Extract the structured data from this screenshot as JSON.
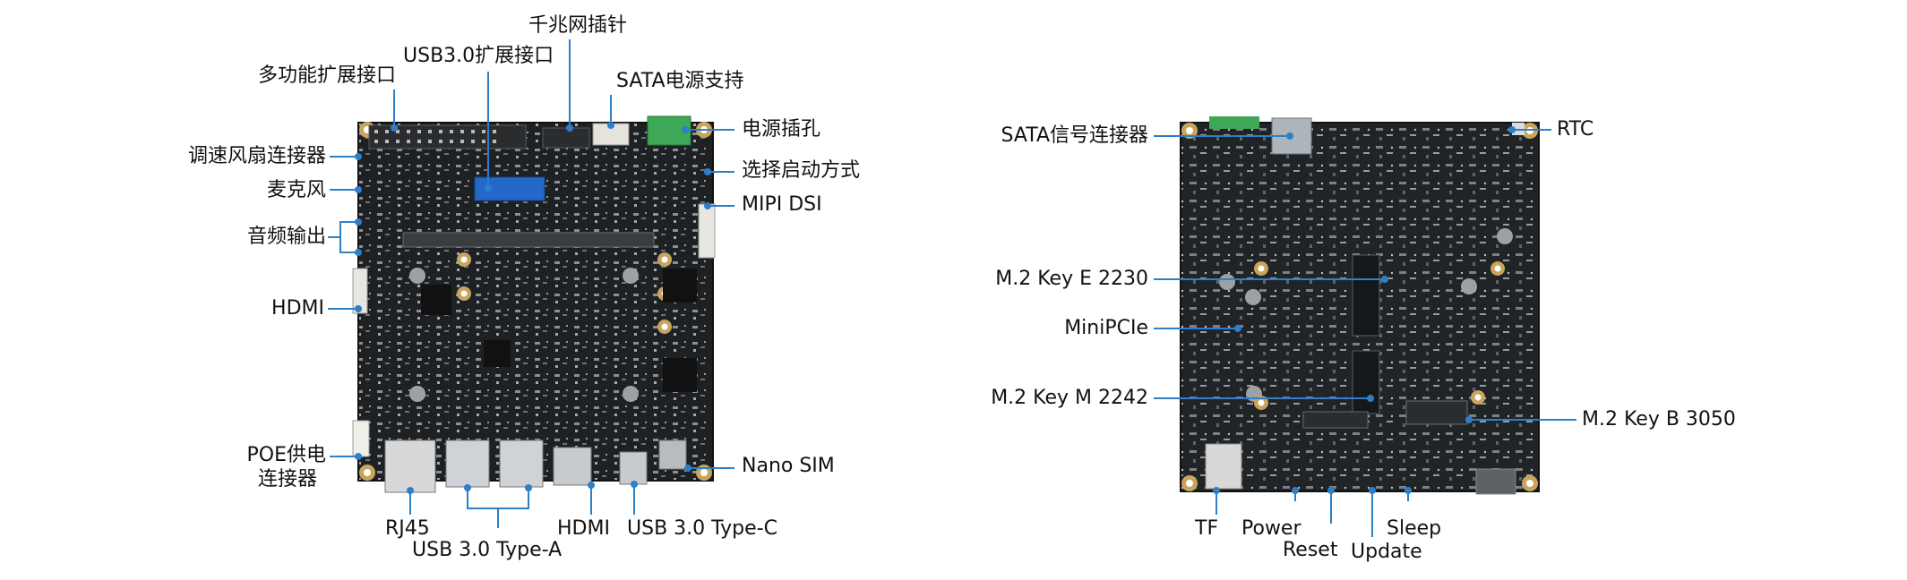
{
  "colors": {
    "board": "#202326",
    "leader": "#2d7fc8",
    "dot": "#2d7fc8",
    "hole": "#c9a45c",
    "text": "#111111"
  },
  "front": {
    "labels": {
      "gigabit_header": "千兆网插针",
      "usb30_ext": "USB3.0扩展接口",
      "multi_ext": "多功能扩展接口",
      "sata_power": "SATA电源支持",
      "power_jack": "电源插孔",
      "fan": "调速风扇连接器",
      "boot_select": "选择启动方式",
      "mic": "麦克风",
      "mipi_dsi": "MIPI DSI",
      "audio_out": "音频输出",
      "hdmi_side": "HDMI",
      "poe_line1": "POE供电",
      "poe_line2": "连接器",
      "nano_sim": "Nano SIM",
      "rj45": "RJ45",
      "usb30_typea": "USB 3.0 Type-A",
      "hdmi_bottom": "HDMI",
      "usb30_typec": "USB 3.0 Type-C"
    }
  },
  "back": {
    "labels": {
      "sata_signal": "SATA信号连接器",
      "rtc": "RTC",
      "m2_keye": "M.2 Key E 2230",
      "minipcie": "MiniPCIe",
      "m2_keym": "M.2 Key M 2242",
      "m2_keyb": "M.2 Key B 3050",
      "tf": "TF",
      "power": "Power",
      "reset": "Reset",
      "sleep": "Sleep",
      "update": "Update"
    }
  }
}
